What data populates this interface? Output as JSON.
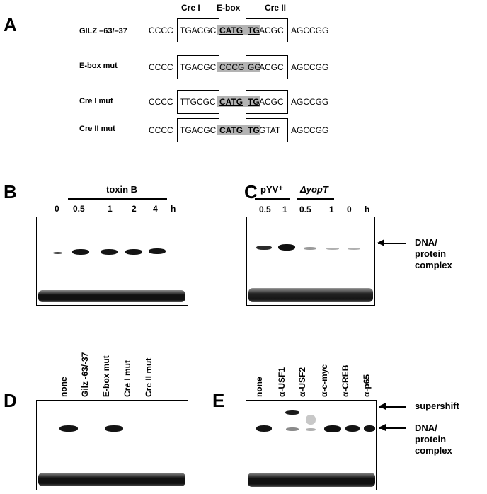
{
  "panels": {
    "a": "A",
    "b": "B",
    "c": "C",
    "d": "D",
    "e": "E"
  },
  "panel_a": {
    "headers": {
      "cre1": "Cre I",
      "ebox": "E-box",
      "cre2": "Cre II"
    },
    "rows": [
      {
        "label": "GILZ –63/–37",
        "left": "CCCC",
        "box1": "TGACGC",
        "ebox": "CATG",
        "box2a": "TG",
        "box2b": "ACGC",
        "right": "AGCCGG"
      },
      {
        "label": "E-box mut",
        "left": "CCCC",
        "box1": "TGACGC",
        "ebox": "CCCG",
        "box2a": "GG",
        "box2b": "ACGC",
        "right": "AGCCGG"
      },
      {
        "label": "Cre I mut",
        "left": "CCCC",
        "box1": "TTGCGC",
        "ebox": "CATG",
        "box2a": "TG",
        "box2b": "ACGC",
        "right": "AGCCGG"
      },
      {
        "label": "Cre II mut",
        "left": "CCCC",
        "box1": "TGACGC",
        "ebox": "CATG",
        "box2a": "TG",
        "box2b": "GTAT",
        "right": "AGCCGG"
      }
    ]
  },
  "panel_b": {
    "treatment": "toxin B",
    "lanes": [
      "0",
      "0.5",
      "1",
      "2",
      "4"
    ],
    "unit": "h"
  },
  "panel_c": {
    "group1": "pYV⁺",
    "group2": "ΔyopT",
    "lanes": [
      "0.5",
      "1",
      "0.5",
      "1",
      "0"
    ],
    "unit": "h",
    "arrow_label": "DNA/\nprotein\ncomplex"
  },
  "panel_d": {
    "lanes": [
      "none",
      "Gilz -63/-37",
      "E-box mut",
      "Cre I mut",
      "Cre II mut"
    ]
  },
  "panel_e": {
    "lanes": [
      "none",
      "α-USF1",
      "α-USF2",
      "α-c-myc",
      "α-CREB",
      "α-p65"
    ],
    "supershift": "supershift",
    "complex": "DNA/\nprotein\ncomplex"
  }
}
